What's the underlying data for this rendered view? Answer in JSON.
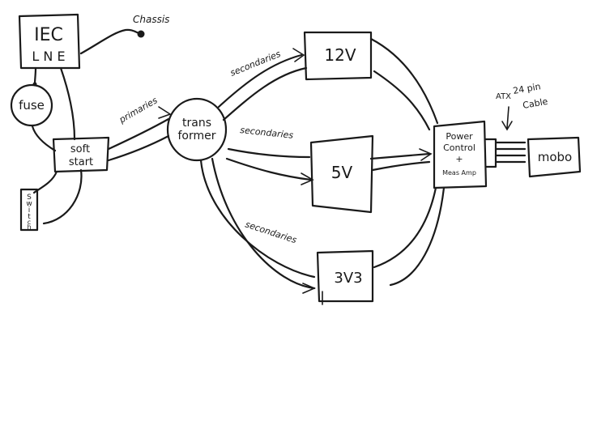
{
  "nodes": {
    "iec": {
      "line1": "IEC",
      "line2": "L N E"
    },
    "chassis": "Chassis",
    "fuse": "fuse",
    "soft_start": {
      "line1": "soft",
      "line2": "start"
    },
    "switch": [
      "S",
      "w",
      "i",
      "t",
      "c",
      "h"
    ],
    "transformer": {
      "line1": "trans",
      "line2": "former"
    },
    "v12": "12V",
    "v5": "5V",
    "v33": "3V3",
    "power_control": {
      "line1": "Power",
      "line2": "Control",
      "line3": "+",
      "line4": "Meas Amp"
    },
    "mobo": "mobo",
    "atx_label": {
      "line1": "ATX",
      "line2": "24 pin",
      "line3": "Cable"
    }
  },
  "edges": {
    "primaries": "primaries",
    "secondaries_12v": "secondaries",
    "secondaries_5v": "secondaries",
    "secondaries_33v": "secondaries"
  }
}
